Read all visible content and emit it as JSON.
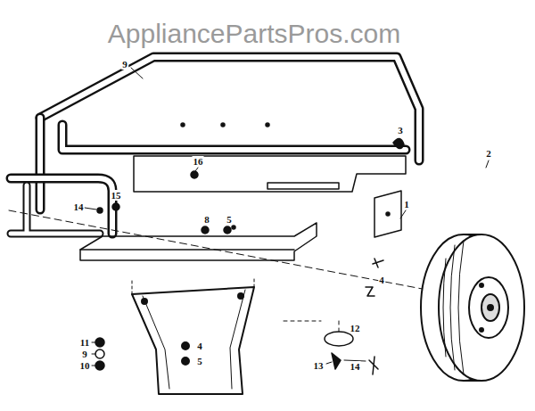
{
  "diagram": {
    "labels": [
      "AppliancePartsPros.com",
      "9",
      "2",
      "3",
      "16",
      "1",
      "15",
      "14",
      "8",
      "5",
      "4",
      "11",
      "4",
      "12",
      "9",
      "5",
      "10",
      "13",
      "14"
    ]
  }
}
